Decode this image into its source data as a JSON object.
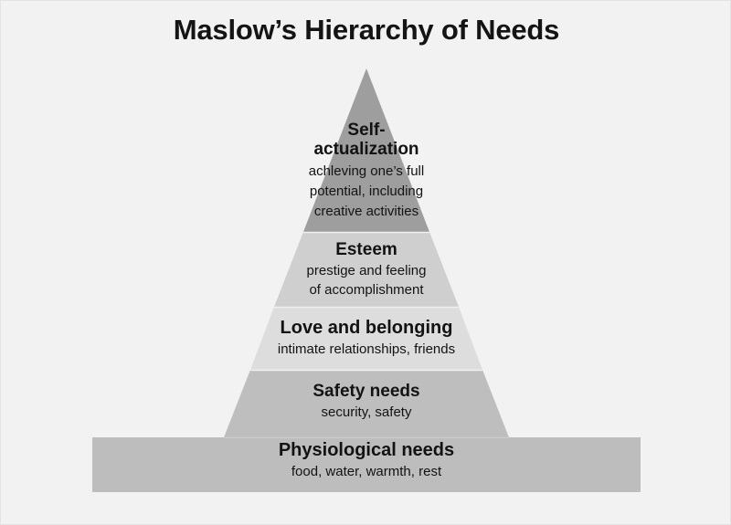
{
  "title": "Maslow’s Hierarchy of Needs",
  "background_color": "#f2f2f2",
  "text_color": "#131313",
  "chart_data": {
    "type": "diagram",
    "shape": "pyramid",
    "title": "Maslow’s Hierarchy of Needs",
    "levels_count": 5,
    "order": "top-to-bottom",
    "levels": [
      {
        "rank": 1,
        "position": "top",
        "name": "Self-\nactualization",
        "name_line_1": "Self-",
        "name_line_2": "actualization",
        "description": "achleving one’s full potential, including creative activities",
        "description_line_1": "achleving one’s full",
        "description_line_2": "potential, including",
        "description_line_3": "creative activities",
        "color": "#9e9e9e"
      },
      {
        "rank": 2,
        "position": "upper-middle",
        "name": "Esteem",
        "description": "prestige and feeling of accomplishment",
        "description_line_1": "prestige and feeling",
        "description_line_2": "of accomplishment",
        "color": "#cfcfcf"
      },
      {
        "rank": 3,
        "position": "middle",
        "name": "Love and belonging",
        "description": "intimate relationships, friends",
        "description_line_1": "intimate relationships, friends",
        "color": "#dddddd"
      },
      {
        "rank": 4,
        "position": "lower-middle",
        "name": "Safety needs",
        "description": "security, safety",
        "description_line_1": "security, safety",
        "color": "#bebebe"
      },
      {
        "rank": 5,
        "position": "base",
        "name": "Physiological needs",
        "description": "food, water, warmth, rest",
        "description_line_1": "food, water, warmth, rest",
        "color": "#bdbdbd"
      }
    ]
  }
}
